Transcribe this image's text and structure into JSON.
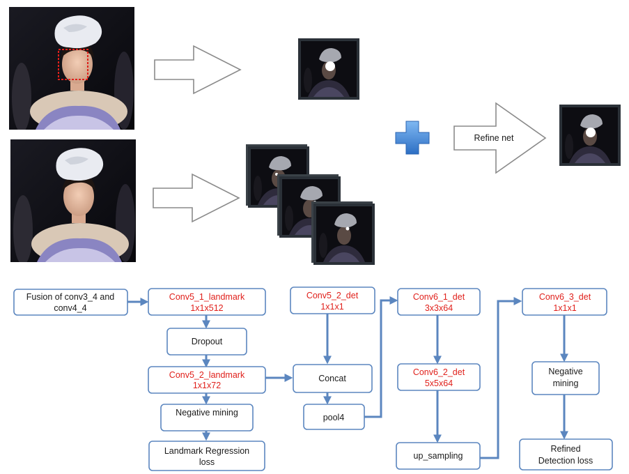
{
  "refine_label": "Refine net",
  "nodes": {
    "fusion": [
      "Fusion of conv3_4 and",
      "conv4_4"
    ],
    "conv5_1_landmark": [
      "Conv5_1_landmark",
      "1x1x512"
    ],
    "dropout": [
      "Dropout"
    ],
    "conv5_2_landmark": [
      "Conv5_2_landmark",
      "1x1x72"
    ],
    "negative_mining_landmark": [
      "Negative mining"
    ],
    "landmark_loss": [
      "Landmark Regression",
      "loss"
    ],
    "conv5_2_det": [
      "Conv5_2_det",
      "1x1x1"
    ],
    "concat": [
      "Concat"
    ],
    "pool4": [
      "pool4"
    ],
    "conv6_1_det": [
      "Conv6_1_det",
      "3x3x64"
    ],
    "conv6_2_det": [
      "Conv6_2_det",
      "5x5x64"
    ],
    "up_sampling": [
      "up_sampling"
    ],
    "conv6_3_det": [
      "Conv6_3_det",
      "1x1x1"
    ],
    "negative_mining_det": [
      "Negative",
      "mining"
    ],
    "refined_loss": [
      "Refined",
      "Detection loss"
    ]
  },
  "colors": {
    "box_border": "#5b86bf",
    "connector": "#5b86bf",
    "red_label": "#e0201b",
    "plus": "#3f84d6"
  },
  "icons": [
    "input-photo",
    "face-heatmap-thumbnail",
    "hollow-arrow",
    "plus-icon"
  ]
}
